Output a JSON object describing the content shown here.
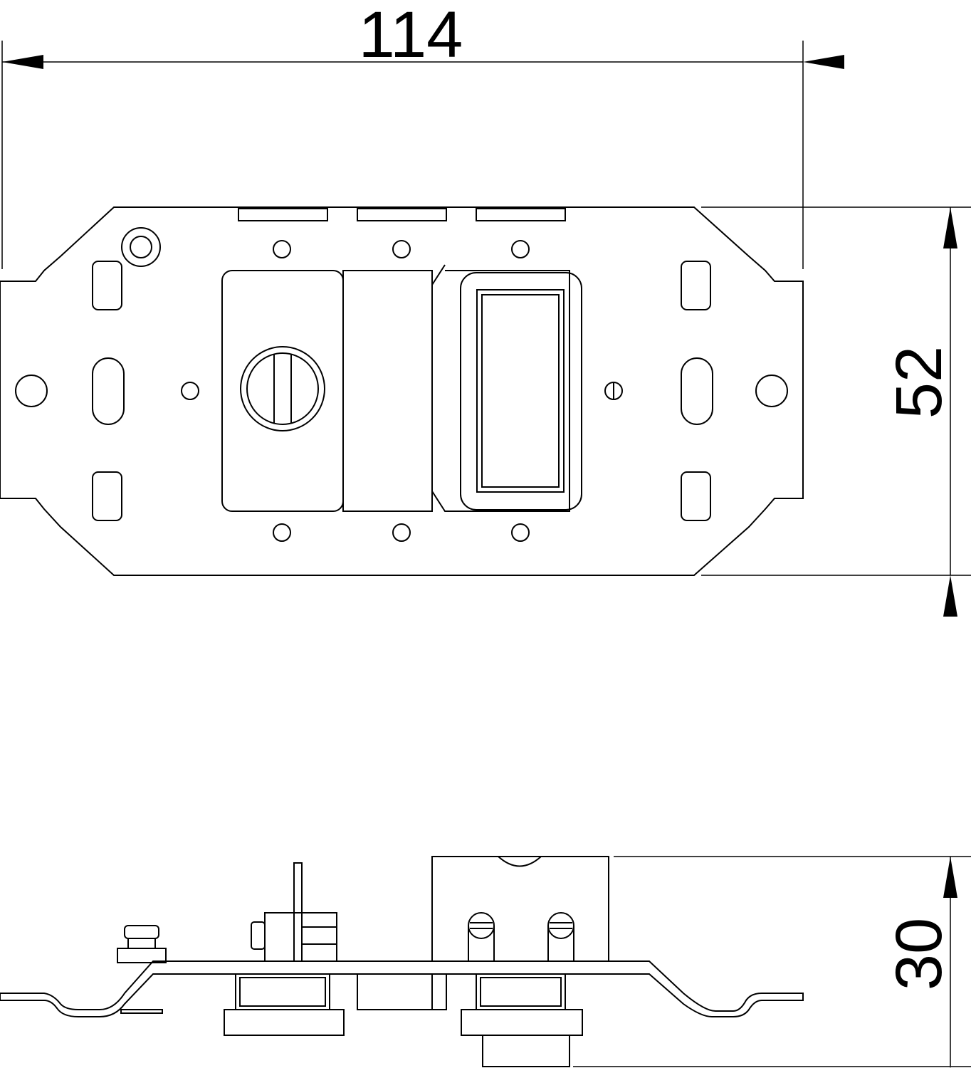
{
  "drawing": {
    "dimensions": {
      "width": "114",
      "height": "52",
      "depth": "30"
    },
    "colors": {
      "line": "#000000",
      "background": "#ffffff"
    }
  }
}
